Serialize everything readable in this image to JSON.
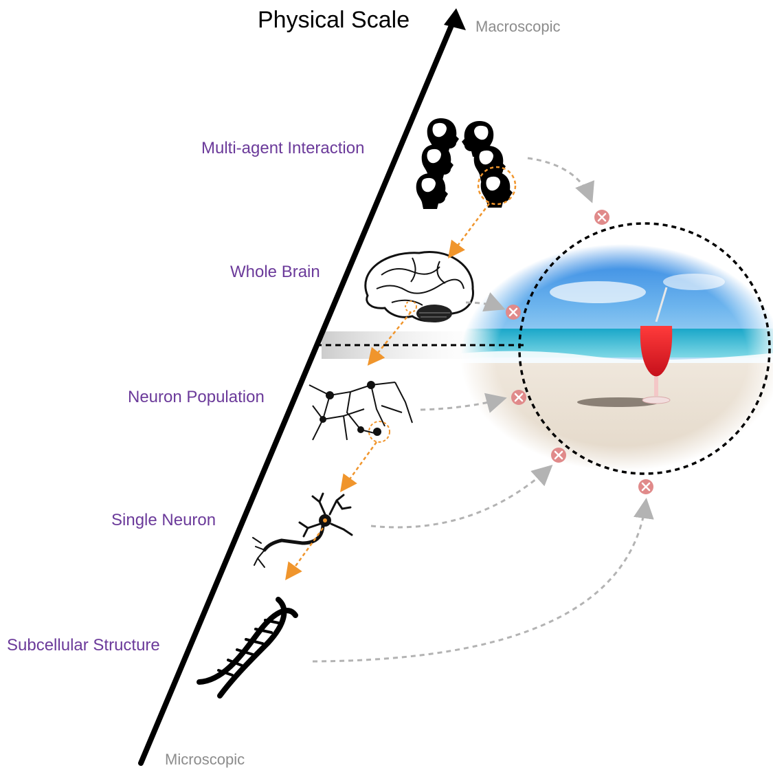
{
  "title": "Physical Scale",
  "axis": {
    "top_label": "Macroscopic",
    "bottom_label": "Microscopic"
  },
  "levels": [
    {
      "label": "Multi-agent Interaction",
      "icon": "heads-icon"
    },
    {
      "label": "Whole Brain",
      "icon": "brain-icon"
    },
    {
      "label": "Neuron Population",
      "icon": "neuron-network-icon"
    },
    {
      "label": "Single Neuron",
      "icon": "neuron-icon"
    },
    {
      "label": "Subcellular Structure",
      "icon": "dna-icon"
    }
  ],
  "colors": {
    "level_text": "#6b3a9a",
    "axis_end_text": "#8c8c8c",
    "zoom_arrow": "#f0952c",
    "gray_arrow": "#b3b3b3",
    "blocked_badge": "#e08a8a"
  }
}
